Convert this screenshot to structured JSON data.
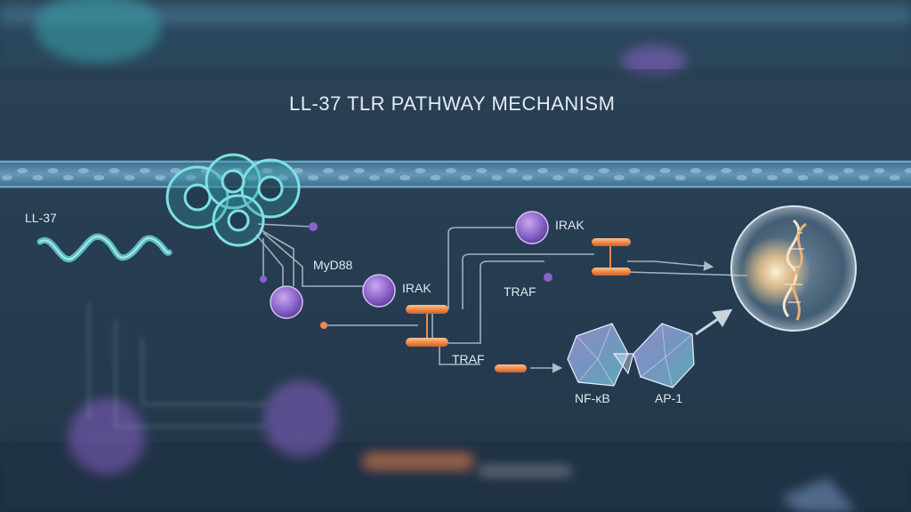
{
  "title": "LL-37 TLR PATHWAY MECHANISM",
  "labels": {
    "ll37": "LL-37",
    "myd88": "MyD88",
    "irak_lower": "IRAK",
    "irak_upper": "IRAK",
    "traf_mid": "TRAF",
    "traf_lower": "TRAF",
    "nfkb": "NF-κB",
    "ap1": "AP-1"
  },
  "colors": {
    "background": "#1f3145",
    "membrane": "#6fa8c9",
    "receptor": "#3fb8bf",
    "adaptor": "#8a63c9",
    "kinase_bar": "#f08a4b",
    "connector": "#b9c4cf",
    "transcription_factor": "#8fb3e6",
    "nucleus_glow": "#f3c88a"
  }
}
